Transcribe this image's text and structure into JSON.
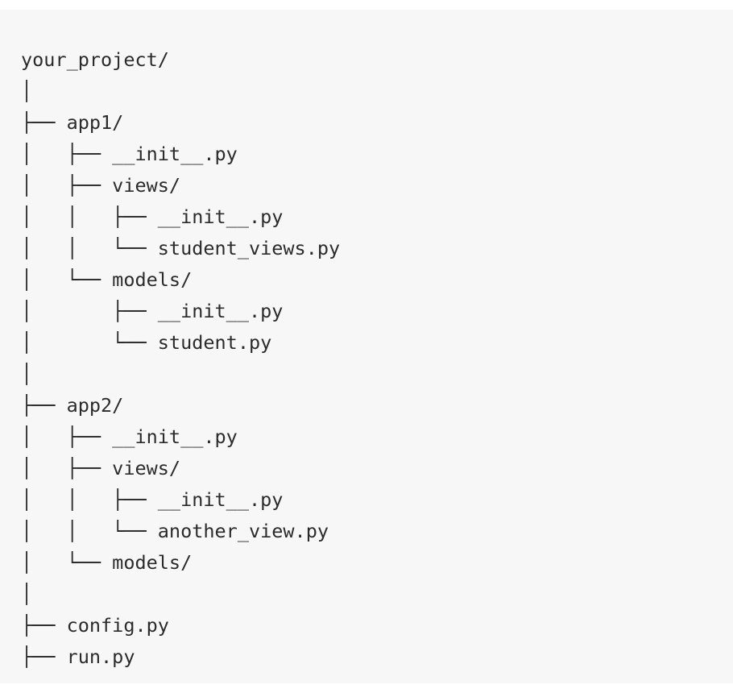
{
  "tree": {
    "lines": [
      "your_project/",
      "│",
      "├── app1/",
      "│   ├── __init__.py",
      "│   ├── views/",
      "│   │   ├── __init__.py",
      "│   │   └── student_views.py",
      "│   └── models/",
      "│       ├── __init__.py",
      "│       └── student.py",
      "│",
      "├── app2/",
      "│   ├── __init__.py",
      "│   ├── views/",
      "│   │   ├── __init__.py",
      "│   │   └── another_view.py",
      "│   └── models/",
      "│",
      "├── config.py",
      "├── run.py"
    ]
  }
}
